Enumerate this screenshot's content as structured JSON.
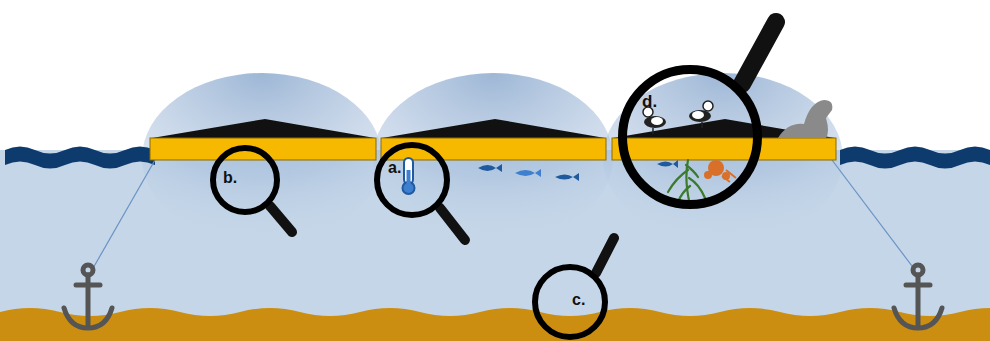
{
  "diagram": {
    "nodes": [
      {
        "text": [
          "b."
        ]
      },
      {
        "text": [
          "a."
        ]
      },
      {
        "text": [
          "c."
        ]
      },
      {
        "text": [
          "d."
        ]
      }
    ]
  }
}
